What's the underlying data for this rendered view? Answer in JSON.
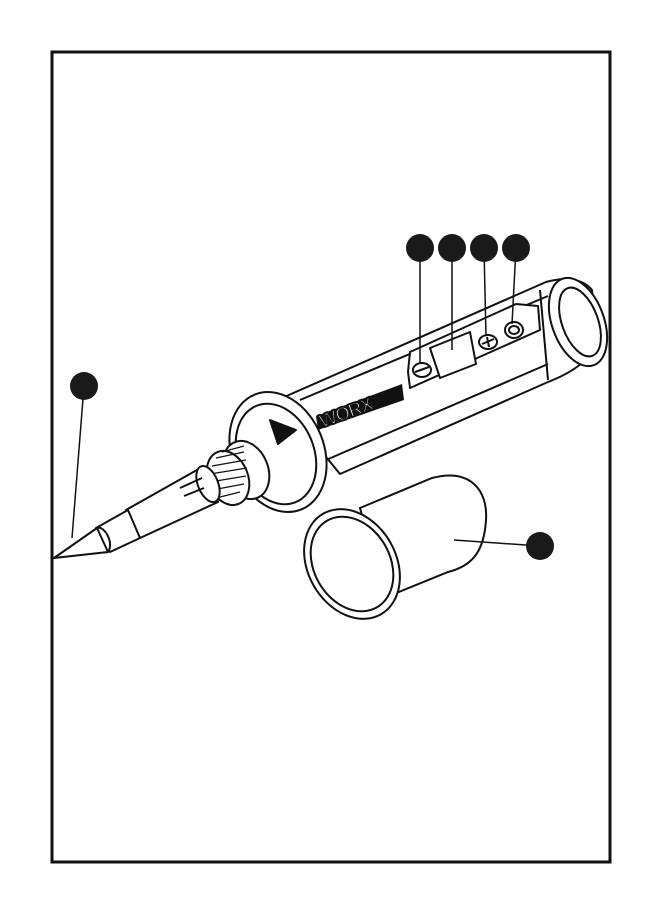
{
  "diagram": {
    "brand": "WORX",
    "callout_markers": [
      {
        "id": "marker-tip"
      },
      {
        "id": "marker-minus-button"
      },
      {
        "id": "marker-display"
      },
      {
        "id": "marker-plus-button"
      },
      {
        "id": "marker-power-button"
      },
      {
        "id": "marker-cap"
      }
    ],
    "colors": {
      "stroke": "#111111",
      "marker_fill": "#1a1a1a",
      "background": "#ffffff"
    }
  }
}
